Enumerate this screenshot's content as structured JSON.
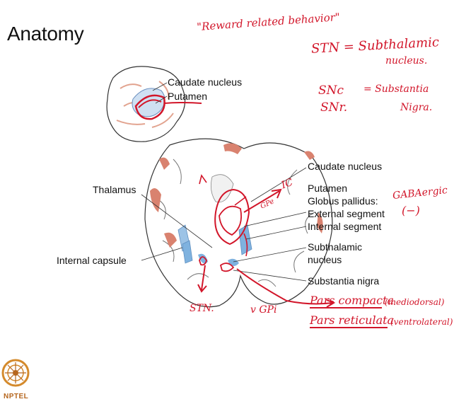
{
  "slide": {
    "title": "Anatomy",
    "labels": {
      "small_caudate": "Caudate nucleus",
      "small_putamen": "Putamen",
      "caudate": "Caudate nucleus",
      "thalamus": "Thalamus",
      "putamen": "Putamen",
      "globus_pallidus": "Globus pallidus:",
      "external_segment": "External segment",
      "internal_segment": "Internal segment",
      "subthalamic_1": "Subthalamic",
      "subthalamic_2": "nucleus",
      "internal_capsule": "Internal capsule",
      "substantia_nigra": "Substantia nigra"
    }
  },
  "annotations": {
    "reward": "\"Reward related behavior\"",
    "stn_eq": "STN = Subthalamic",
    "stn_eq2": "nucleus.",
    "snc": "SNc",
    "snr": "SNr.",
    "sn_eq": "= Substantia",
    "sn_eq2": "Nigra.",
    "gaba": "GABAergic",
    "gaba_sign": "(−)",
    "ic": "IC",
    "gpe": "GPe",
    "stn_short": "STN.",
    "vgpi": "v GPi",
    "pars_compacta": "Pars compacta",
    "pars_compacta_note": "(mediodorsal)",
    "pars_reticulata": "Pars reticulata",
    "pars_reticulata_note": "(ventrolateral)"
  },
  "logo": {
    "text": "NPTEL"
  },
  "colors": {
    "ink_red": "#d2162a",
    "label_black": "#111111",
    "brain_pink": "#d9826f",
    "structure_blue": "#7fb2df"
  }
}
